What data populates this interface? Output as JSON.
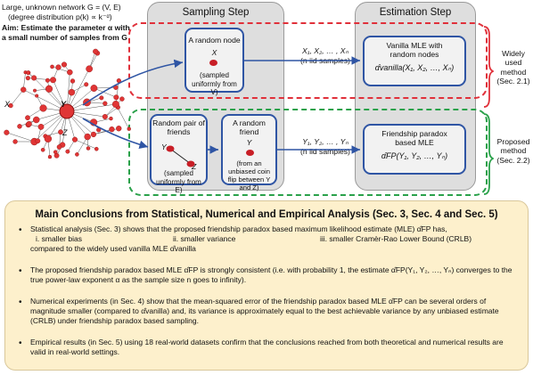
{
  "intro": {
    "line1": "Large, unknown network G = (V, E)",
    "line2": "(degree distribution p(k) ∝ k⁻ᵅ)",
    "aim_line1": "Aim: Estimate the parameter α with",
    "aim_line2": "a small number of samples from G"
  },
  "network_labels": {
    "x": "X",
    "y": "Y",
    "z": "Z"
  },
  "sampling": {
    "title": "Sampling Step",
    "box1": {
      "title": "A random node",
      "var": "X",
      "note": "(sampled uniformly from V)"
    },
    "box2": {
      "title_line1": "Random pair of",
      "title_line2": "friends",
      "y": "Y",
      "z": "Z",
      "note": "(sampled uniformly from E)"
    },
    "box3": {
      "title_line1": "A random",
      "title_line2": "friend",
      "var": "Y",
      "note": "(from an unbiased coin flip between Y and Z)"
    }
  },
  "estimation": {
    "title": "Estimation Step",
    "box1": {
      "line1": "Vanilla MLE with",
      "line2": "random nodes",
      "formula": "α̂vanilla(X₁, X₂, …, Xₙ)"
    },
    "box2": {
      "line1": "Friendship paradox",
      "line2": "based MLE",
      "formula": "α̂FP(Y₁, Y₂, …, Yₙ)"
    }
  },
  "arrows": {
    "top_samples": "X₁, X₂, … , Xₙ",
    "top_note": "(n iid samples)",
    "bottom_samples": "Y₁, Y₂, … , Yₙ",
    "bottom_note": "(n iid samples)"
  },
  "side_labels": {
    "top": [
      "Widely used",
      "method",
      "(Sec. 2.1)"
    ],
    "bottom": [
      "Proposed",
      "method",
      "(Sec. 2.2)"
    ]
  },
  "conclusions": {
    "title": "Main Conclusions from Statistical, Numerical and Empirical Analysis (Sec. 3, Sec. 4 and Sec. 5)",
    "b1_line1": "Statistical analysis (Sec. 3) shows that the proposed friendship paradox based maximum likelihood estimate (MLE) α̂FP has,",
    "b1_i": "i.   smaller bias",
    "b1_ii": "ii. smaller variance",
    "b1_iii": "iii. smaller Cramèr-Rao Lower Bound (CRLB)",
    "b1_line3": "compared to the widely used vanilla MLE α̂vanilla",
    "b2": "The proposed friendship paradox based MLE α̂FP is strongly consistent (i.e. with probability 1, the estimate α̂FP(Y₁, Y₂, …, Yₙ) converges to the true power-law exponent α as the sample size n goes to infinity).",
    "b3": "Numerical experiments (in Sec. 4) show that the mean-squared error of the friendship paradox based MLE α̂FP can be several orders of magnitude smaller (compared to α̂vanilla) and, its variance is approximately equal to the best achievable variance by any unbiased estimate (CRLB) under friendship paradox based sampling.",
    "b4": "Empirical results (in Sec. 5) using 18 real-world datasets confirm that the conclusions reached from both theoretical and numerical results are valid in real-world settings."
  },
  "colors": {
    "red": "#e0303a",
    "green": "#2aa14a",
    "blue": "#2f55a4",
    "node": "#e03535",
    "panel": "#dedede",
    "conclusion_bg": "#fdf0cc"
  }
}
